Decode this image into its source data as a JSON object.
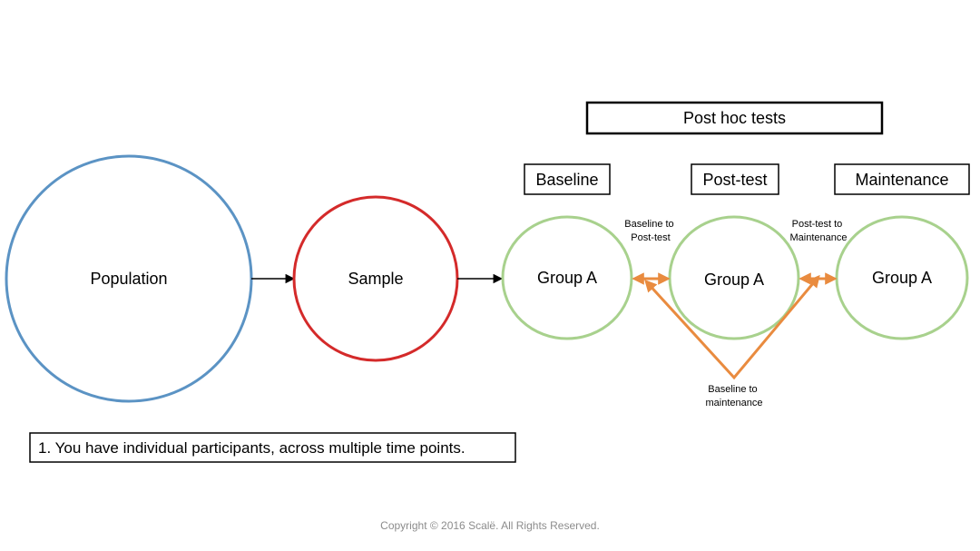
{
  "colors": {
    "population": "#5b93c4",
    "sample": "#d42a2a",
    "group": "#a8d18d",
    "comparison_arrow": "#e98b3f",
    "flow_arrow": "#000000",
    "box_border": "#000000",
    "copyright_text": "#8c8c8c"
  },
  "nodes": {
    "population": "Population",
    "sample": "Sample",
    "group_baseline": "Group A",
    "group_posttest": "Group A",
    "group_maintenance": "Group A"
  },
  "header": {
    "post_hoc": "Post hoc tests",
    "baseline": "Baseline",
    "posttest": "Post-test",
    "maintenance": "Maintenance"
  },
  "comparisons": {
    "baseline_to_posttest": [
      "Baseline to",
      "Post-test"
    ],
    "posttest_to_maintenance": [
      "Post-test to",
      "Maintenance"
    ],
    "baseline_to_maintenance": [
      "Baseline to",
      "maintenance"
    ]
  },
  "note": "1. You have individual participants, across multiple time points.",
  "copyright": "Copyright © 2016 Scalë. All Rights Reserved."
}
